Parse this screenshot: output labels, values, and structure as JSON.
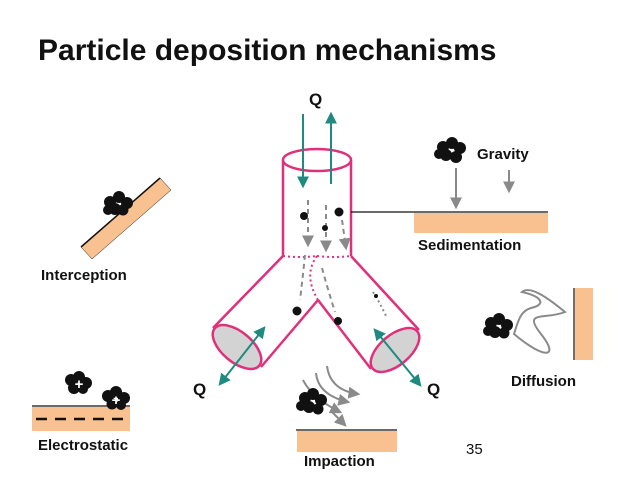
{
  "title": "Particle deposition mechanisms",
  "flow_labels": [
    "Q",
    "Q",
    "Q"
  ],
  "mechanisms": {
    "interception": "Interception",
    "electrostatic": "Electrostatic",
    "sedimentation": "Sedimentation",
    "gravity": "Gravity",
    "impaction": "Impaction",
    "diffusion": "Diffusion"
  },
  "charge_symbol": "+",
  "page_number": "35",
  "colors": {
    "airway": "#e0307a",
    "surface": "#f9c18f",
    "arrow_teal": "#1f8a80",
    "path_gray": "#8a8a8a",
    "particle": "#111111"
  }
}
